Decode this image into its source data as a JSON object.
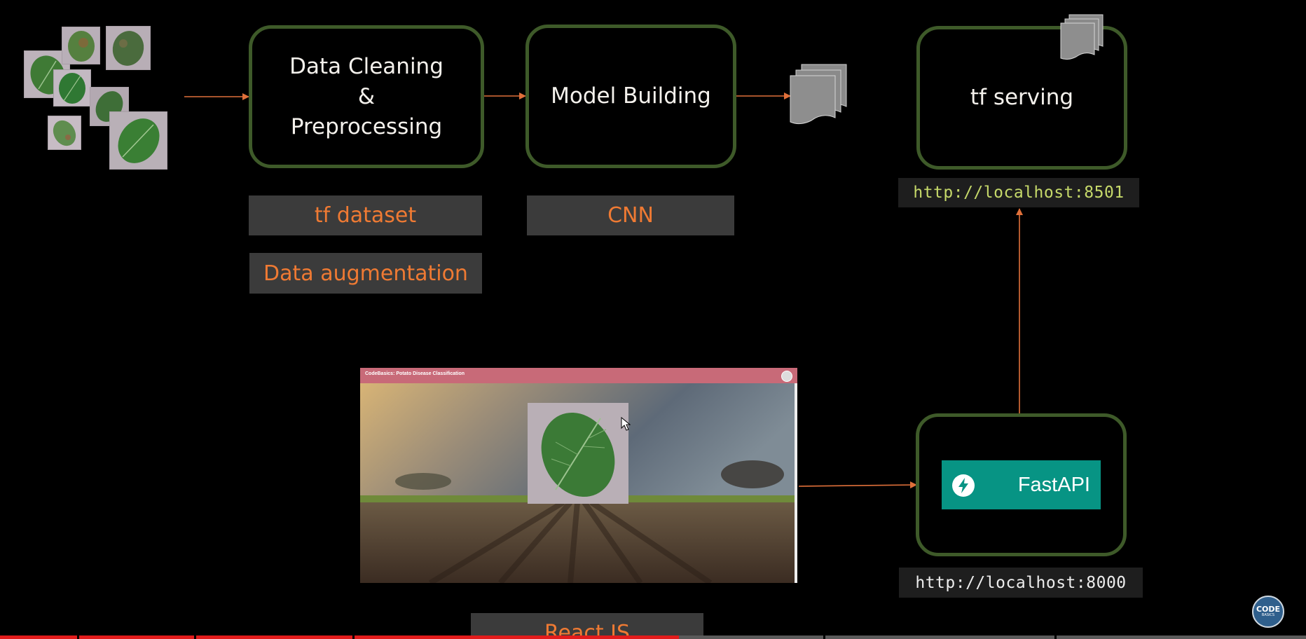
{
  "colors": {
    "background": "#000000",
    "stage_border": "#3e5a29",
    "tag_text": "#ef7a33",
    "tag_bg": "#3b3b3b",
    "arrow": "#e0703a",
    "url_serving": "#c6d96a",
    "url_api": "#ededed",
    "fastapi_teal": "#079484",
    "app_header": "#c86a78"
  },
  "stages": {
    "cleaning": "Data Cleaning & Preprocessing",
    "model": "Model Building",
    "serving": "tf serving"
  },
  "tags": {
    "tf_dataset": "tf dataset",
    "augmentation": "Data augmentation",
    "cnn": "CNN",
    "react": "React JS"
  },
  "urls": {
    "serving": "http://localhost:8501",
    "api": "http://localhost:8000"
  },
  "fastapi": {
    "label": "FastAPI"
  },
  "app_preview": {
    "title": "CodeBasics: Potato Disease Classification"
  },
  "logo": {
    "text_top": "CODE",
    "text_bottom": "BASICS"
  },
  "progress": {
    "played_fraction": 0.52
  }
}
